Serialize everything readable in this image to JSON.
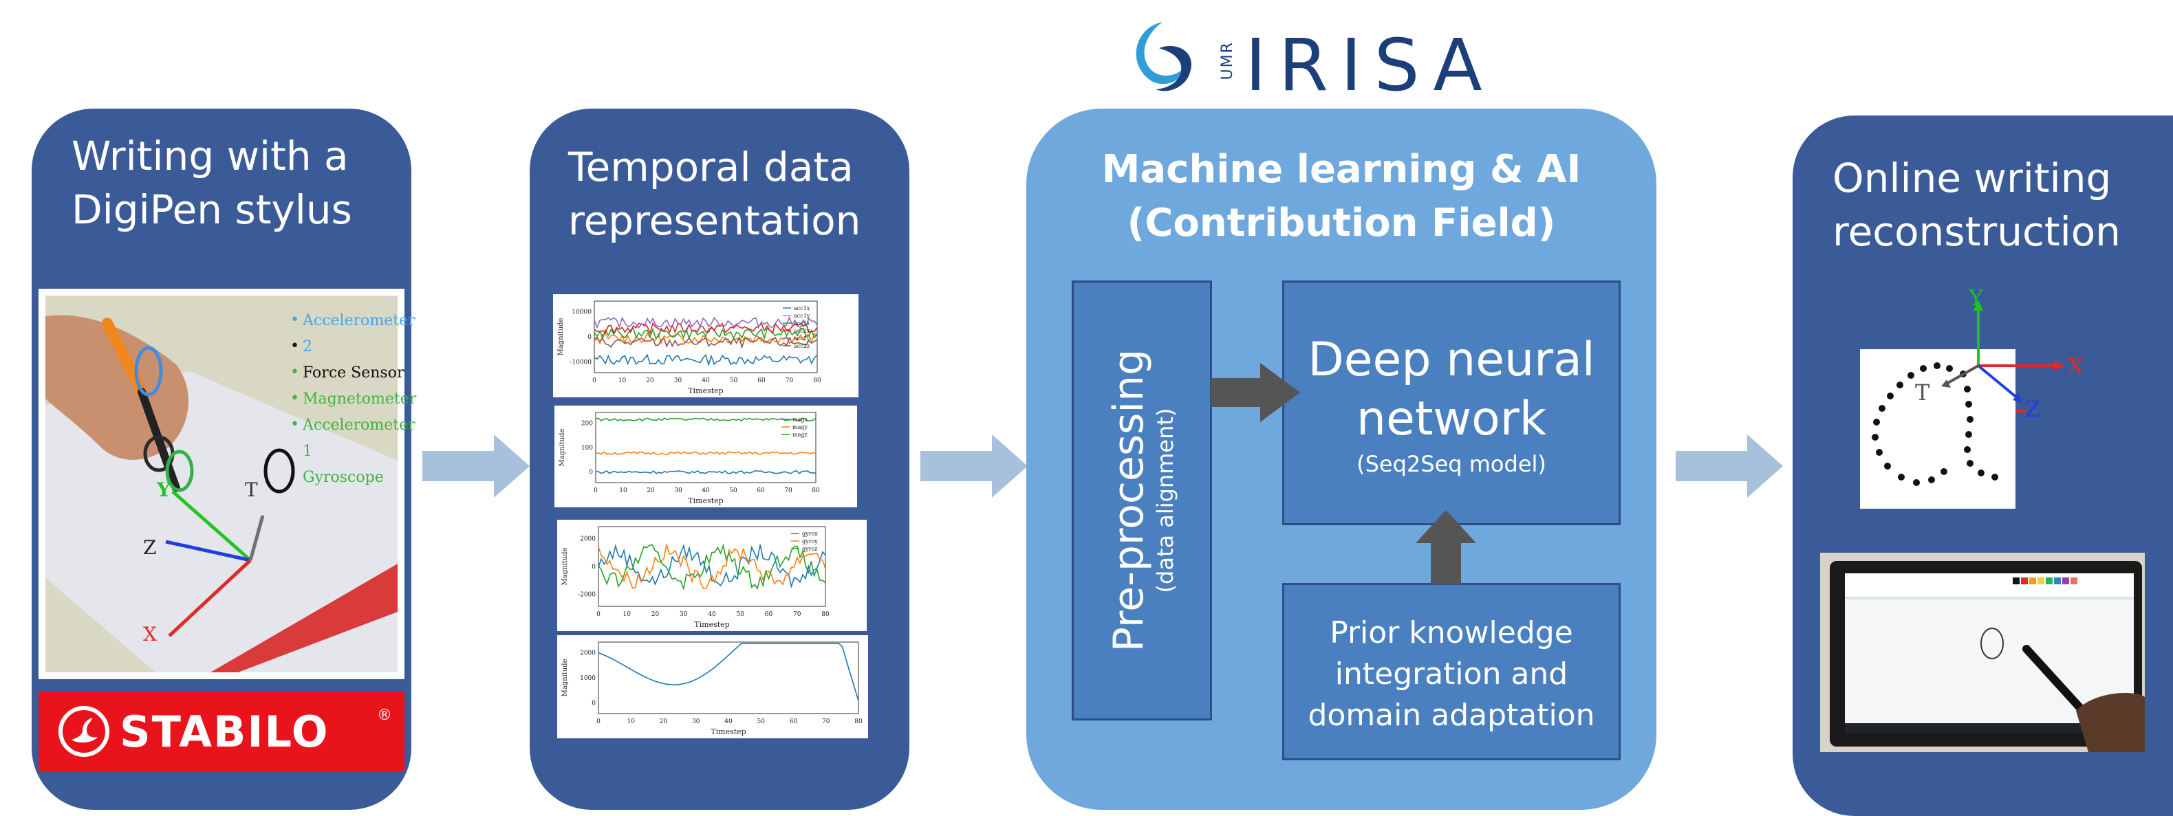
{
  "logo": {
    "umr": "UMR",
    "name": "IRISA"
  },
  "panels": [
    {
      "title": "Writing with a\nDigiPen stylus"
    },
    {
      "title": "Temporal data\nrepresentation"
    },
    {
      "title": "Machine learning & AI\n(Contribution Field)"
    },
    {
      "title": "Online writing\nreconstruction"
    }
  ],
  "sensor_legend": [
    "Accelerometer 2",
    "Force Sensor",
    "Magnetometer",
    "Accelerometer 1",
    "Gyroscope"
  ],
  "photo_axes": {
    "y": "Y",
    "t": "T",
    "z": "Z",
    "x": "X"
  },
  "brand": "STABILO",
  "plots": [
    {
      "ylabel": "Magnitude",
      "xlabel": "Timestep",
      "xticks": [
        "0",
        "10",
        "20",
        "30",
        "40",
        "50",
        "60",
        "70",
        "80"
      ],
      "yticks": [
        "10000",
        "0",
        "-10000"
      ],
      "legend": [
        "acc1x",
        "acc1y",
        "acc1z",
        "acc2x",
        "acc2y",
        "acc2z"
      ]
    },
    {
      "ylabel": "Magnitude",
      "xlabel": "Timestep",
      "xticks": [
        "0",
        "10",
        "20",
        "30",
        "40",
        "50",
        "60",
        "70",
        "80"
      ],
      "yticks": [
        "200",
        "100",
        "0"
      ],
      "legend": [
        "magx",
        "magy",
        "magz"
      ]
    },
    {
      "ylabel": "Magnitude",
      "xlabel": "Timestep",
      "xticks": [
        "0",
        "10",
        "20",
        "30",
        "40",
        "50",
        "60",
        "70",
        "80"
      ],
      "yticks": [
        "2000",
        "0",
        "-2000"
      ],
      "legend": [
        "gyrox",
        "gyroy",
        "gyroz"
      ]
    },
    {
      "ylabel": "Magnitude",
      "xlabel": "Timestep",
      "xticks": [
        "0",
        "10",
        "20",
        "30",
        "40",
        "50",
        "60",
        "70",
        "80"
      ],
      "yticks": [
        "2000",
        "1000",
        "0"
      ],
      "legend": []
    }
  ],
  "ml": {
    "preprocessing": "Pre-processing",
    "preprocessing_sub": "(data alignment)",
    "dnn": "Deep neural\nnetwork",
    "dnn_sub": "(Seq2Seq model)",
    "prior": "Prior knowledge\nintegration and\ndomain adaptation"
  },
  "recon_axes": {
    "y": "Y",
    "x": "X",
    "z": "Z",
    "t": "T"
  },
  "colors": {
    "panel": "#3a5a98",
    "ml_panel": "#6fa8dc",
    "box": "#4a80c0",
    "arrow": "#a7c0dc",
    "inner_arrow": "#555555",
    "brand_red": "#e8131b"
  }
}
